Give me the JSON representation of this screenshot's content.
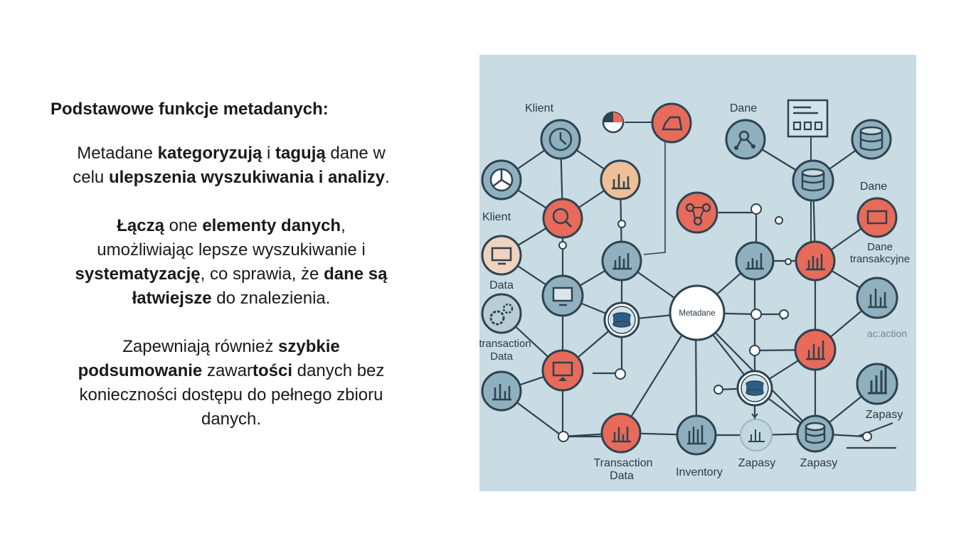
{
  "heading": "Podstawowe funkcje metadanych:",
  "p1": {
    "t1": "Metadane ",
    "b1": "kategoryzują",
    "t2": " i ",
    "b2": "tagują",
    "t3": " dane w celu ",
    "b3": "ulepszenia wyszukiwania i analizy",
    "t4": "."
  },
  "p2": {
    "b1": "Łączą",
    "t1": " one ",
    "b2": "elementy danych",
    "t2": ", umożliwiając lepsze wyszukiwanie i ",
    "b3": "systematyzację",
    "t3": ", co sprawia, że ",
    "b4": "dane są łatwiejsze",
    "t4": " do znalezienia."
  },
  "p3": {
    "t1": "Zapewniają również ",
    "b1": "szybkie podsumowanie",
    "t2": " zawar",
    "b2": "tości",
    "t3": " danych bez konieczności dostępu do pełnego zbioru danych."
  },
  "diagram": {
    "center_label": "Metadane",
    "labels": {
      "klient_top": "Klient",
      "klient_left": "Klient",
      "dane_top": "Dane",
      "dane_right": "Dane",
      "dane_transakcyjne_1": "Dane",
      "dane_transakcyjne_2": "transakcyjne",
      "data": "Data",
      "transaction_data_left_1": "transaction",
      "transaction_data_left_2": "Data",
      "action": "ac:action",
      "zapasy_right": "Zapasy",
      "transaction_data_bottom_1": "Transaction",
      "transaction_data_bottom_2": "Data",
      "inventory": "Inventory",
      "zapasy_bottom_1": "Zapasy",
      "zapasy_bottom_2": "Zapasy"
    },
    "colors": {
      "background": "#c9dbe3",
      "node_blue": "#8fb0be",
      "node_red": "#e86a5a",
      "node_peach": "#efbf98",
      "stroke": "#2e4350"
    }
  }
}
